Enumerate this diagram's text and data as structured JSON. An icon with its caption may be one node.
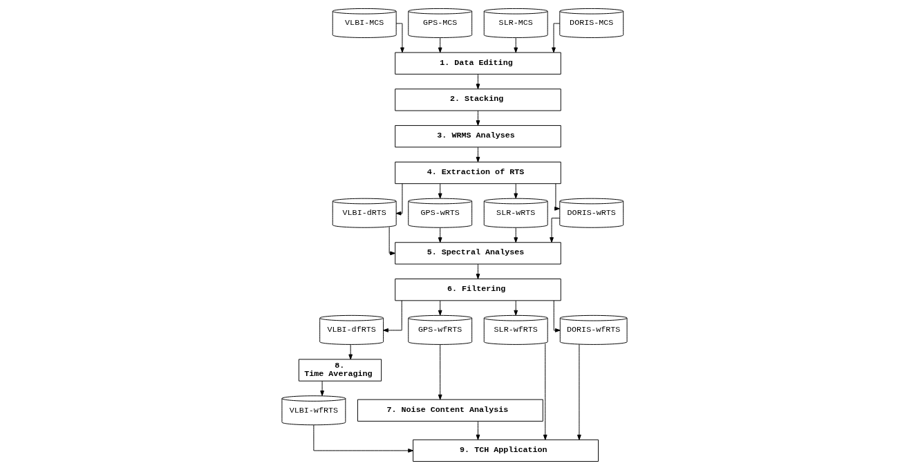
{
  "diagram": {
    "nodes": [
      {
        "text": [
          "VLBI-MCS"
        ]
      },
      {
        "text": [
          "GPS-MCS"
        ]
      },
      {
        "text": [
          "SLR-MCS"
        ]
      },
      {
        "text": [
          "DORIS-MCS"
        ]
      },
      {
        "text": [
          "1. Data Editing"
        ]
      },
      {
        "text": [
          "2. Stacking"
        ]
      },
      {
        "text": [
          "3. WRMS Analyses"
        ]
      },
      {
        "text": [
          "4. Extraction of RTS"
        ]
      },
      {
        "text": [
          "VLBI-dRTS"
        ]
      },
      {
        "text": [
          "GPS-wRTS"
        ]
      },
      {
        "text": [
          "SLR-wRTS"
        ]
      },
      {
        "text": [
          "DORIS-wRTS"
        ]
      },
      {
        "text": [
          "5. Spectral Analyses"
        ]
      },
      {
        "text": [
          "6. Filtering"
        ]
      },
      {
        "text": [
          "VLBI-dfRTS"
        ]
      },
      {
        "text": [
          "GPS-wfRTS"
        ]
      },
      {
        "text": [
          "SLR-wfRTS"
        ]
      },
      {
        "text": [
          "DORIS-wfRTS"
        ]
      },
      {
        "text": [
          "7. Noise Content Analysis"
        ]
      },
      {
        "text": [
          "8. Time Averaging"
        ]
      },
      {
        "text": [
          "VLBI-wfRTS"
        ]
      },
      {
        "text": [
          "9. TCH Application"
        ]
      }
    ],
    "edges": [
      {
        "from": 0,
        "to": 4,
        "arrow": "to"
      },
      {
        "from": 1,
        "to": 4,
        "arrow": "to"
      },
      {
        "from": 2,
        "to": 4,
        "arrow": "to"
      },
      {
        "from": 3,
        "to": 4,
        "arrow": "to"
      },
      {
        "from": 4,
        "to": 5,
        "arrow": "to"
      },
      {
        "from": 5,
        "to": 6,
        "arrow": "to"
      },
      {
        "from": 6,
        "to": 7,
        "arrow": "to"
      },
      {
        "from": 7,
        "to": 8,
        "arrow": "to"
      },
      {
        "from": 7,
        "to": 9,
        "arrow": "to"
      },
      {
        "from": 7,
        "to": 10,
        "arrow": "to"
      },
      {
        "from": 7,
        "to": 11,
        "arrow": "to"
      },
      {
        "from": 8,
        "to": 12,
        "arrow": "to"
      },
      {
        "from": 9,
        "to": 12,
        "arrow": "to"
      },
      {
        "from": 10,
        "to": 12,
        "arrow": "to"
      },
      {
        "from": 11,
        "to": 12,
        "arrow": "to"
      },
      {
        "from": 12,
        "to": 13,
        "arrow": "to"
      },
      {
        "from": 13,
        "to": 14,
        "arrow": "to"
      },
      {
        "from": 13,
        "to": 15,
        "arrow": "to"
      },
      {
        "from": 13,
        "to": 16,
        "arrow": "to"
      },
      {
        "from": 13,
        "to": 17,
        "arrow": "to"
      },
      {
        "from": 14,
        "to": 19,
        "arrow": "to"
      },
      {
        "from": 19,
        "to": 20,
        "arrow": "to"
      },
      {
        "from": 15,
        "to": 18,
        "arrow": "to"
      },
      {
        "from": 16,
        "to": 21,
        "arrow": "to"
      },
      {
        "from": 17,
        "to": 21,
        "arrow": "to"
      },
      {
        "from": 20,
        "to": 21,
        "arrow": "to"
      },
      {
        "from": 18,
        "to": 21,
        "arrow": "to"
      }
    ]
  }
}
